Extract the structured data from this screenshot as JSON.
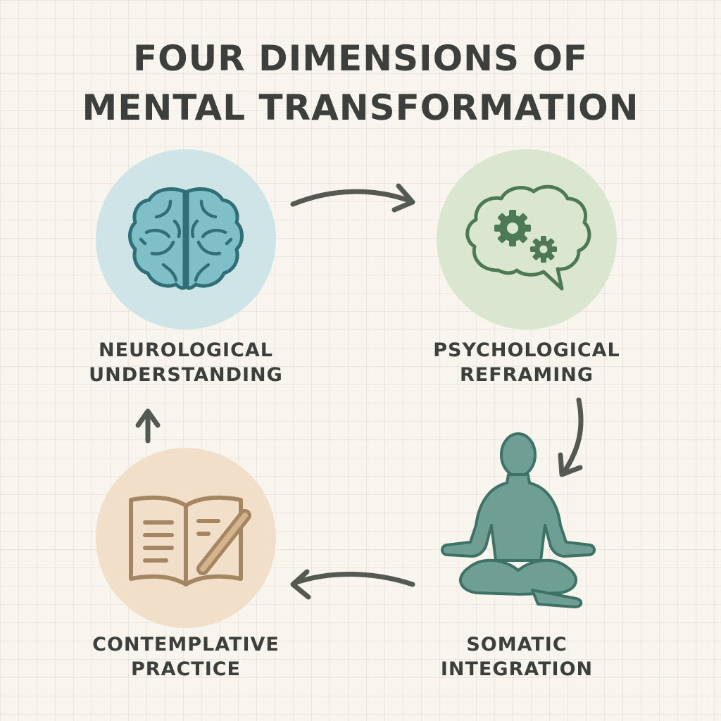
{
  "title": {
    "line1": "FOUR DIMENSIONS OF",
    "line2": "MENTAL TRANSFORMATION"
  },
  "dimensions": [
    {
      "line1": "NEUROLOGICAL",
      "line2": "UNDERSTANDING",
      "icon": "brain-icon",
      "circle_color": "#cfe4e6",
      "icon_color": "#2f6f78",
      "icon_fill": "#7fc0c8"
    },
    {
      "line1": "PSYCHOLOGICAL",
      "line2": "REFRAMING",
      "icon": "thought-bubble-gears-icon",
      "circle_color": "#dae6cf",
      "icon_color": "#4d7a55"
    },
    {
      "line1": "SOMATIC",
      "line2": "INTEGRATION",
      "icon": "meditation-figure-icon",
      "icon_color": "#6f9f93"
    },
    {
      "line1": "CONTEMPLATIVE",
      "line2": "PRACTICE",
      "icon": "journal-pencil-icon",
      "circle_color": "#f1dfc9",
      "icon_color": "#a58663"
    }
  ],
  "arrow_color": "#545a52"
}
